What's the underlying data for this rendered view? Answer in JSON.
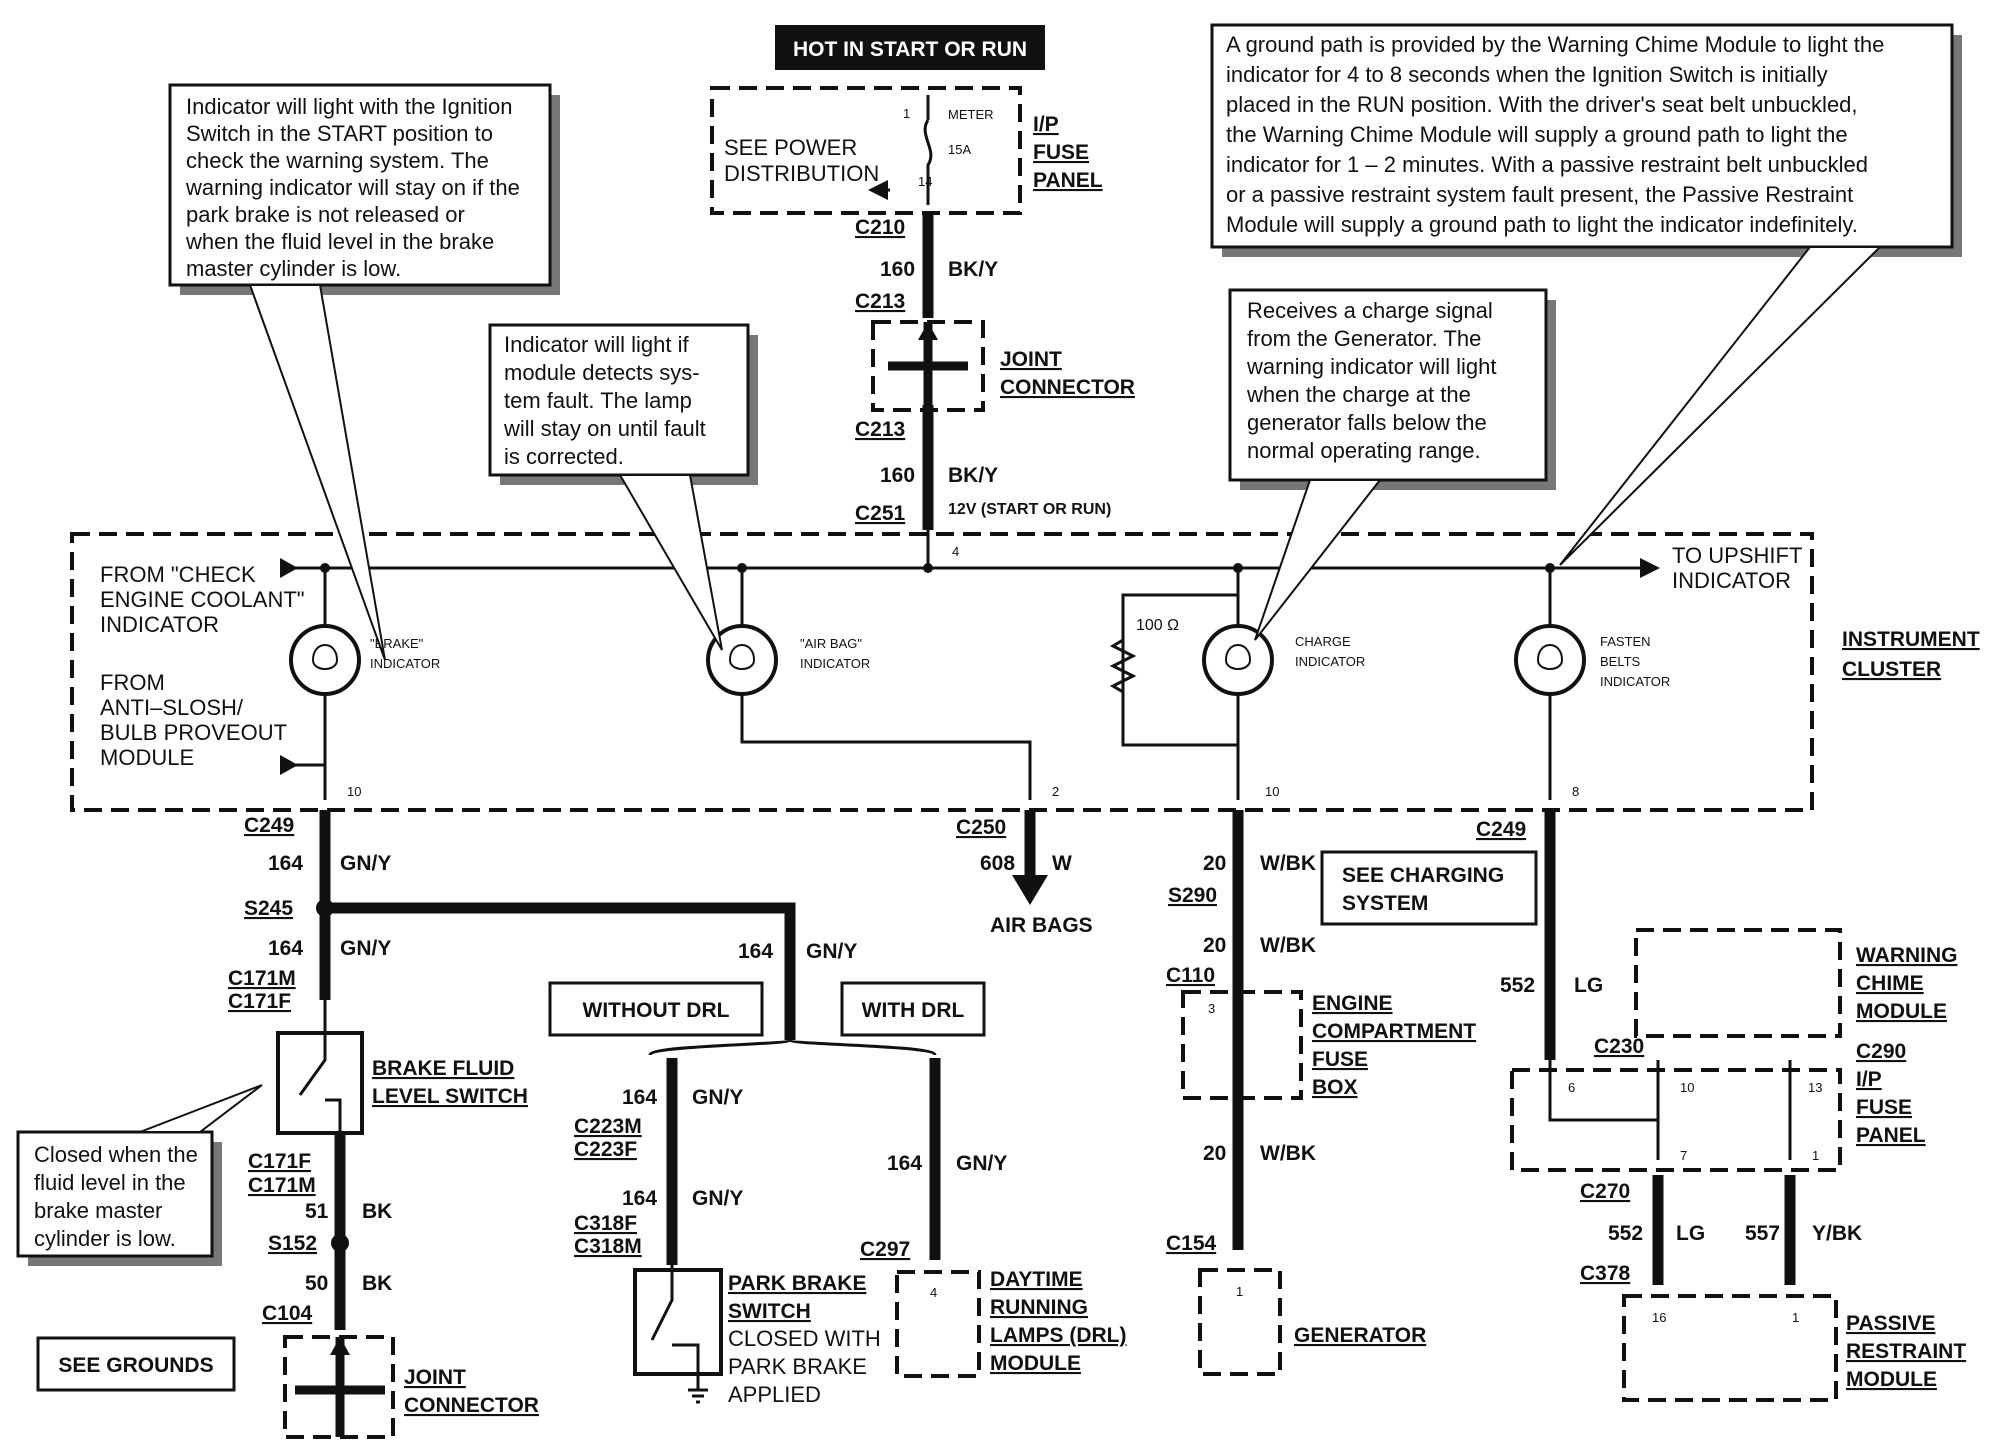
{
  "header": {
    "hot_label": "HOT IN START OR RUN"
  },
  "fuse_top": {
    "see_power": [
      "SEE POWER",
      "DISTRIBUTION"
    ],
    "pin1": "1",
    "pin14": "14",
    "meter": "METER",
    "amp": "15A",
    "panel": [
      "I/P",
      "FUSE",
      "PANEL"
    ]
  },
  "wires_top": {
    "c210": "C210",
    "c213a": "C213",
    "c213b": "C213",
    "c251": "C251",
    "w160a": "160",
    "bky_a": "BK/Y",
    "w160b": "160",
    "bky_b": "BK/Y",
    "volt": "12V (START OR RUN)",
    "pin4": "4",
    "joint": [
      "JOINT",
      "CONNECTOR"
    ]
  },
  "notes": {
    "brake": [
      "Indicator will light with the Ignition",
      "Switch in the START position to",
      "check the warning system.  The",
      "warning indicator will stay on if the",
      "park brake is not released or",
      "when the fluid level in the brake",
      "master cylinder is low."
    ],
    "airbag": [
      "Indicator will light if",
      "module detects sys-",
      "tem fault.  The lamp",
      "will stay on until fault",
      "is corrected."
    ],
    "charge": [
      "Receives a charge signal",
      "from the Generator.  The",
      "warning indicator will light",
      "when the charge at the",
      "generator falls below the",
      "normal operating range."
    ],
    "fasten": [
      "A ground path is provided by the Warning Chime Module to light the",
      "indicator for 4 to 8 seconds when the Ignition Switch is initially",
      "placed in the RUN position. With the driver's seat belt unbuckled,",
      "the Warning Chime Module will supply a ground path to light the",
      "indicator for 1 – 2 minutes. With a passive restraint belt unbuckled",
      "or a passive restraint system fault present, the Passive Restraint",
      "Module will supply a ground path to light the indicator indefinitely."
    ],
    "fluid": [
      "Closed when the",
      "fluid level in the",
      "brake     master",
      "cylinder is low."
    ]
  },
  "cluster": {
    "from_check": [
      "FROM \"CHECK",
      "ENGINE COOLANT\"",
      "INDICATOR"
    ],
    "from_anti": [
      "FROM",
      "ANTI–SLOSH/",
      "BULB PROVEOUT",
      "MODULE"
    ],
    "brake_ind": [
      "\"BRAKE\"",
      "INDICATOR"
    ],
    "airbag_ind": [
      "\"AIR BAG\"",
      "INDICATOR"
    ],
    "charge_ind": [
      "CHARGE",
      "INDICATOR"
    ],
    "fasten_ind": [
      "FASTEN",
      "BELTS",
      "INDICATOR"
    ],
    "upshift": [
      "TO UPSHIFT",
      "INDICATOR"
    ],
    "resistor": "100 Ω",
    "title": [
      "INSTRUMENT",
      "CLUSTER"
    ],
    "pins": [
      "10",
      "2",
      "10",
      "8"
    ]
  },
  "brake_branch": {
    "c249": "C249",
    "w164a": "164",
    "gny_a": "GN/Y",
    "s245": "S245",
    "w164b": "164",
    "gny_b": "GN/Y",
    "c171m": "C171M",
    "c171f": "C171F",
    "switch": [
      "BRAKE FLUID",
      "LEVEL SWITCH"
    ],
    "c171f2": "C171F",
    "c171m2": "C171M",
    "w51": "51",
    "bk_a": "BK",
    "s152": "S152",
    "w50": "50",
    "bk_b": "BK",
    "c104": "C104",
    "see_grounds": "SEE GROUNDS",
    "joint": [
      "JOINT",
      "CONNECTOR"
    ]
  },
  "drl": {
    "w164": "164",
    "gny": "GN/Y",
    "without": "WITHOUT DRL",
    "with": "WITH DRL",
    "w164c": "164",
    "gny_c": "GN/Y",
    "c223m": "C223M",
    "c223f": "C223F",
    "w164d": "164",
    "gny_d": "GN/Y",
    "c318f": "C318F",
    "c318m": "C318M",
    "park": [
      "PARK BRAKE",
      "SWITCH"
    ],
    "park_note": [
      "CLOSED WITH",
      "PARK BRAKE",
      "APPLIED"
    ],
    "w164e": "164",
    "gny_e": "GN/Y",
    "c297": "C297",
    "pin4": "4",
    "drl_mod": [
      "DAYTIME",
      "RUNNING",
      "LAMPS (DRL)",
      "MODULE"
    ]
  },
  "airbag_branch": {
    "c250": "C250",
    "w608": "608",
    "w": "W",
    "air_bags": "AIR BAGS"
  },
  "charge_branch": {
    "w20a": "20",
    "wbk_a": "W/BK",
    "see_charging": [
      "SEE CHARGING",
      "SYSTEM"
    ],
    "s290": "S290",
    "w20b": "20",
    "wbk_b": "W/BK",
    "c110": "C110",
    "pin3": "3",
    "fuse_box": [
      "ENGINE",
      "COMPARTMENT",
      "FUSE",
      "BOX"
    ],
    "w20c": "20",
    "wbk_c": "W/BK",
    "c154": "C154",
    "pin1": "1",
    "generator": "GENERATOR"
  },
  "fasten_branch": {
    "c249": "C249",
    "w552": "552",
    "lg": "LG",
    "warning": [
      "WARNING",
      "CHIME",
      "MODULE"
    ],
    "c230": "C230",
    "c290": "C290",
    "pin6": "6",
    "pin10": "10",
    "pin13": "13",
    "panel": [
      "I/P",
      "FUSE",
      "PANEL"
    ],
    "pin7": "7",
    "pin1": "1",
    "c270": "C270",
    "w552b": "552",
    "lg_b": "LG",
    "w557": "557",
    "ybk": "Y/BK",
    "c378": "C378",
    "pin16": "16",
    "pin1b": "1",
    "passive": [
      "PASSIVE",
      "RESTRAINT",
      "MODULE"
    ]
  }
}
